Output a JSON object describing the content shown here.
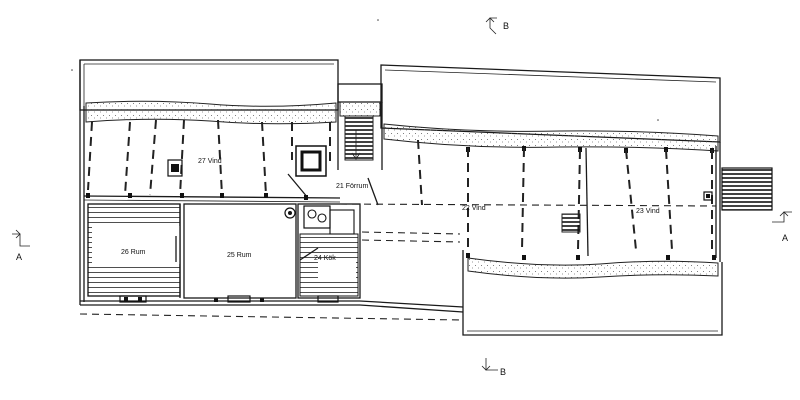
{
  "rooms": {
    "r27": "27 Vind",
    "r21": "21 Förrum",
    "r22": "22 Vind",
    "r23": "23 Vind",
    "r26": "26 Rum",
    "r25": "25 Rum",
    "r24": "24 Kök"
  },
  "section_markers": {
    "top_b": "B",
    "bottom_b": "B",
    "left_a": "A",
    "right_a": "A"
  }
}
